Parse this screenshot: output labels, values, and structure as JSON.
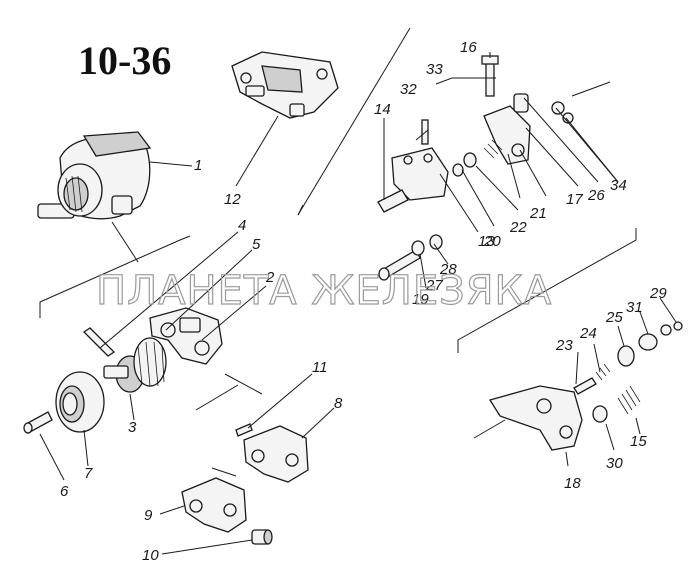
{
  "figure": {
    "number": "10-36"
  },
  "watermark": {
    "text": "ПЛАНЕТА ЖЕЛЕЗЯКА"
  },
  "callouts": {
    "c1": "1",
    "c2": "2",
    "c3": "3",
    "c4": "4",
    "c5": "5",
    "c6": "6",
    "c7": "7",
    "c8": "8",
    "c9": "9",
    "c10": "10",
    "c11": "11",
    "c12": "12",
    "c13": "13",
    "c14": "14",
    "c15": "15",
    "c16": "16",
    "c17": "17",
    "c18": "18",
    "c19": "19",
    "c20": "20",
    "c21": "21",
    "c22": "22",
    "c23": "23",
    "c24": "24",
    "c25": "25",
    "c26": "26",
    "c27": "27",
    "c28": "28",
    "c29": "29",
    "c30": "30",
    "c31": "31",
    "c32": "32",
    "c33": "33",
    "c34": "34"
  },
  "colors": {
    "line": "#1a1a1a",
    "part_fill": "#f4f4f4",
    "watermark": "#9a9a9a"
  }
}
